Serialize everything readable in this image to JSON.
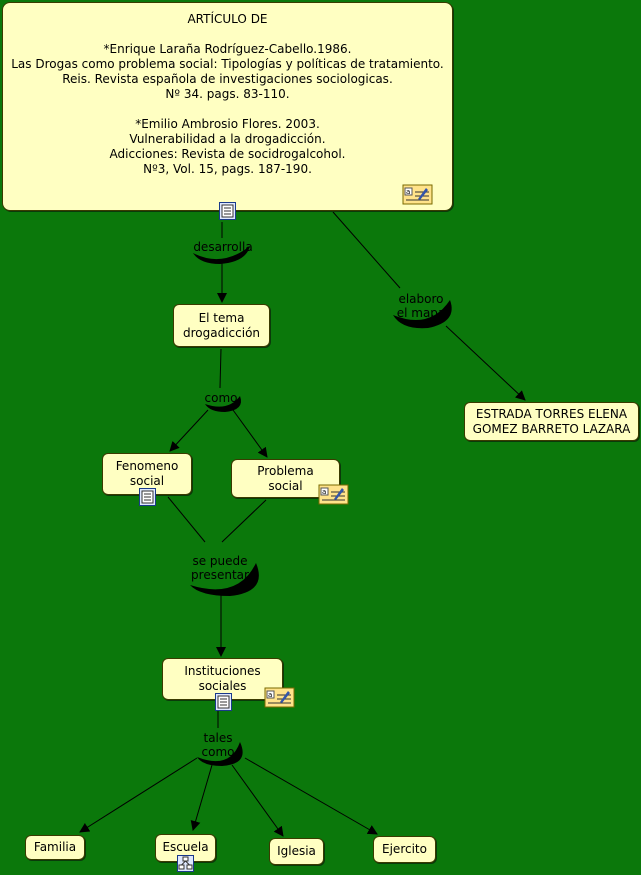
{
  "concepts": {
    "articulo": "ARTÍCULO DE\n\n*Enrique Laraña Rodríguez-Cabello.1986.\nLas Drogas como problema social: Tipologías y políticas de tratamiento.\nReis. Revista española de investigaciones sociologicas.\nNº 34. pags. 83-110.\n\n*Emilio Ambrosio Flores. 2003.\nVulnerabilidad a la drogadicción.\nAdicciones: Revista de socidrogalcohol.\nNº3, Vol. 15, pags. 187-190.",
    "tema": "El tema\ndrogadicción",
    "autores": "ESTRADA TORRES ELENA\nGOMEZ BARRETO LAZARA",
    "fenomeno": "Fenomeno\nsocial",
    "problema": "Problema\nsocial",
    "instituciones": "Instituciones\nsociales",
    "familia": "Familia",
    "escuela": "Escuela",
    "iglesia": "Iglesia",
    "ejercito": "Ejercito"
  },
  "linking_phrases": {
    "desarrolla": "desarrolla",
    "elaboro": "elaboro\nel mapa",
    "como": "como",
    "se_puede": "se puede\npresentar",
    "tales_como": "tales\ncomo"
  },
  "icons": {
    "document": "document-icon",
    "annotation": "annotation-icon",
    "submap": "submap-icon"
  },
  "colors": {
    "background": "#0b780b",
    "node_fill": "#ffffc2",
    "node_border": "#3b3b00"
  }
}
